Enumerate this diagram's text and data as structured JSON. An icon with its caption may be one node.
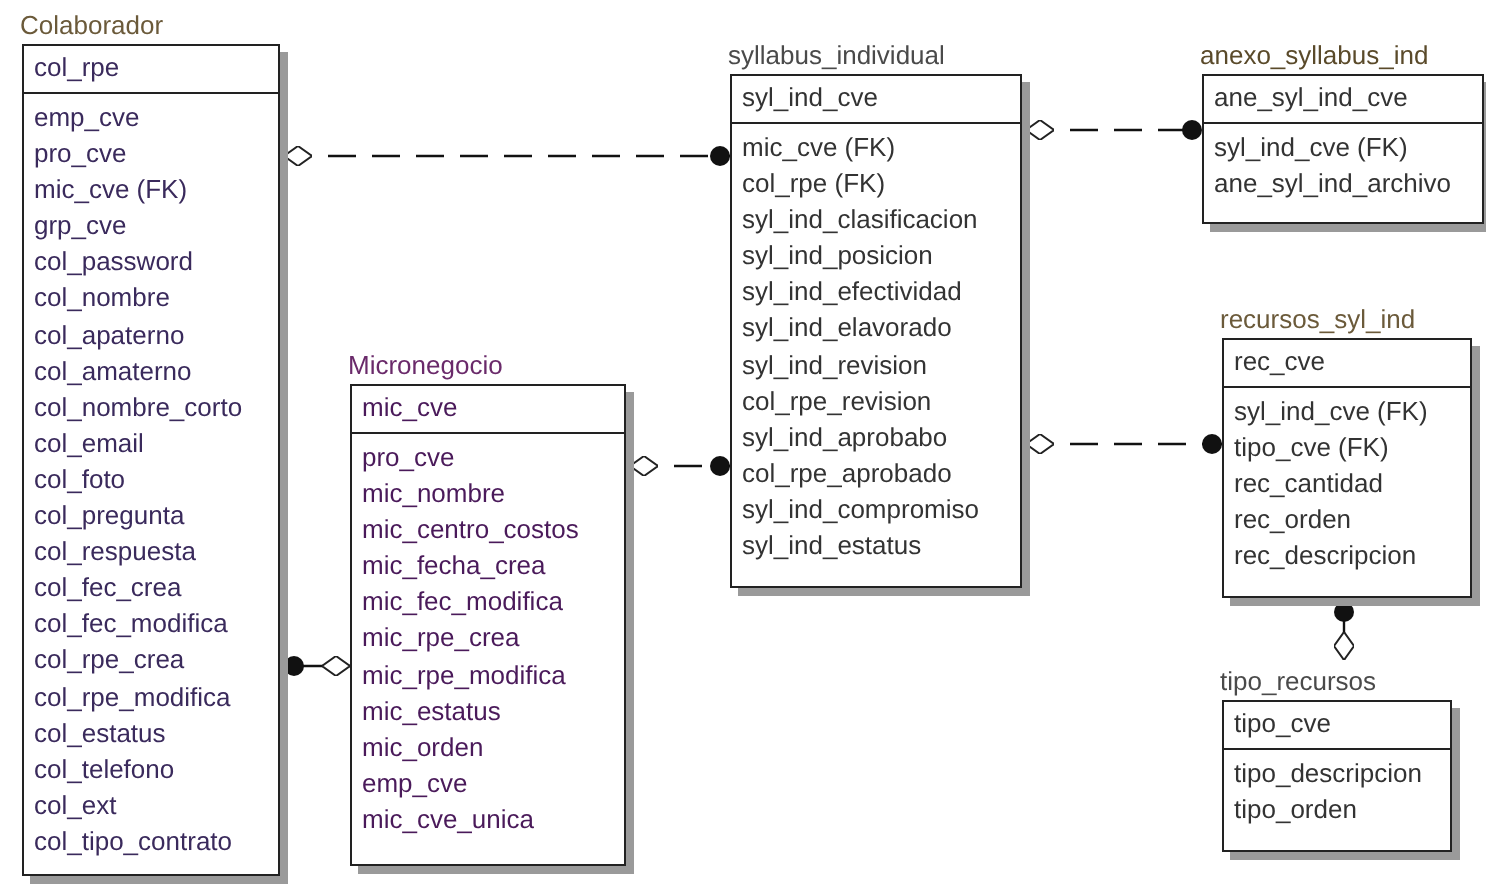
{
  "diagram": {
    "nodes": [
      {
        "text": [
          "Colaborador",
          "col_rpe",
          "emp_cve",
          "pro_cve",
          "mic_cve (FK)",
          "grp_cve",
          "col_password",
          "col_nombre",
          "col_apaterno",
          "col_amaterno",
          "col_nombre_corto",
          "col_email",
          "col_foto",
          "col_pregunta",
          "col_respuesta",
          "col_fec_crea",
          "col_fec_modifica",
          "col_rpe_crea",
          "col_rpe_modifica",
          "col_estatus",
          "col_telefono",
          "col_ext",
          "col_tipo_contrato"
        ]
      },
      {
        "text": [
          "syllabus_individual",
          "syl_ind_cve",
          "mic_cve (FK)",
          "col_rpe (FK)",
          "syl_ind_clasificacion",
          "syl_ind_posicion",
          "syl_ind_efectividad",
          "syl_ind_elavorado",
          "syl_ind_revision",
          "col_rpe_revision",
          "syl_ind_aprobabo",
          "col_rpe_aprobado",
          "syl_ind_compromiso",
          "syl_ind_estatus"
        ]
      },
      {
        "text": [
          "anexo_syllabus_ind",
          "ane_syl_ind_cve",
          "syl_ind_cve (FK)",
          "ane_syl_ind_archivo"
        ]
      },
      {
        "text": [
          "Micronegocio",
          "mic_cve",
          "pro_cve",
          "mic_nombre",
          "mic_centro_costos",
          "mic_fecha_crea",
          "mic_fec_modifica",
          "mic_rpe_crea",
          "mic_rpe_modifica",
          "mic_estatus",
          "mic_orden",
          "emp_cve",
          "mic_cve_unica"
        ]
      },
      {
        "text": [
          "recursos_syl_ind",
          "rec_cve",
          "syl_ind_cve (FK)",
          "tipo_cve (FK)",
          "rec_cantidad",
          "rec_orden",
          "rec_descripcion"
        ]
      },
      {
        "text": [
          "tipo_recursos",
          "tipo_cve",
          "tipo_descripcion",
          "tipo_orden"
        ]
      }
    ],
    "edges": [
      {
        "from": 0,
        "to": 1,
        "arrow": "other",
        "style": "dashed"
      },
      {
        "from": 3,
        "to": 1,
        "arrow": "other",
        "style": "dashed"
      },
      {
        "from": 3,
        "to": 0,
        "arrow": "other"
      },
      {
        "from": 1,
        "to": 2,
        "arrow": "other",
        "style": "dashed"
      },
      {
        "from": 1,
        "to": 4,
        "arrow": "other",
        "style": "dashed"
      },
      {
        "from": 5,
        "to": 4,
        "arrow": "other"
      }
    ]
  }
}
